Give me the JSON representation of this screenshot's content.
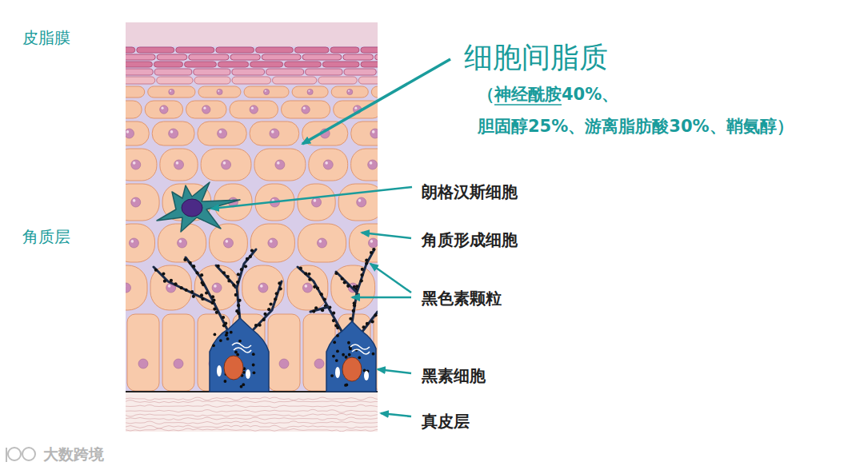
{
  "diagram": {
    "labels": [
      "皮脂膜",
      "细胞间脂质",
      "（神经酰胺40%、 胆固醇25%、游离脂肪酸30%、鞘氨醇）",
      "朗格汉斯细胞",
      "角质层",
      "角质形成细胞",
      "黑色素颗粒",
      "黑素细胞",
      "真皮层",
      "大数跨境"
    ]
  }
}
